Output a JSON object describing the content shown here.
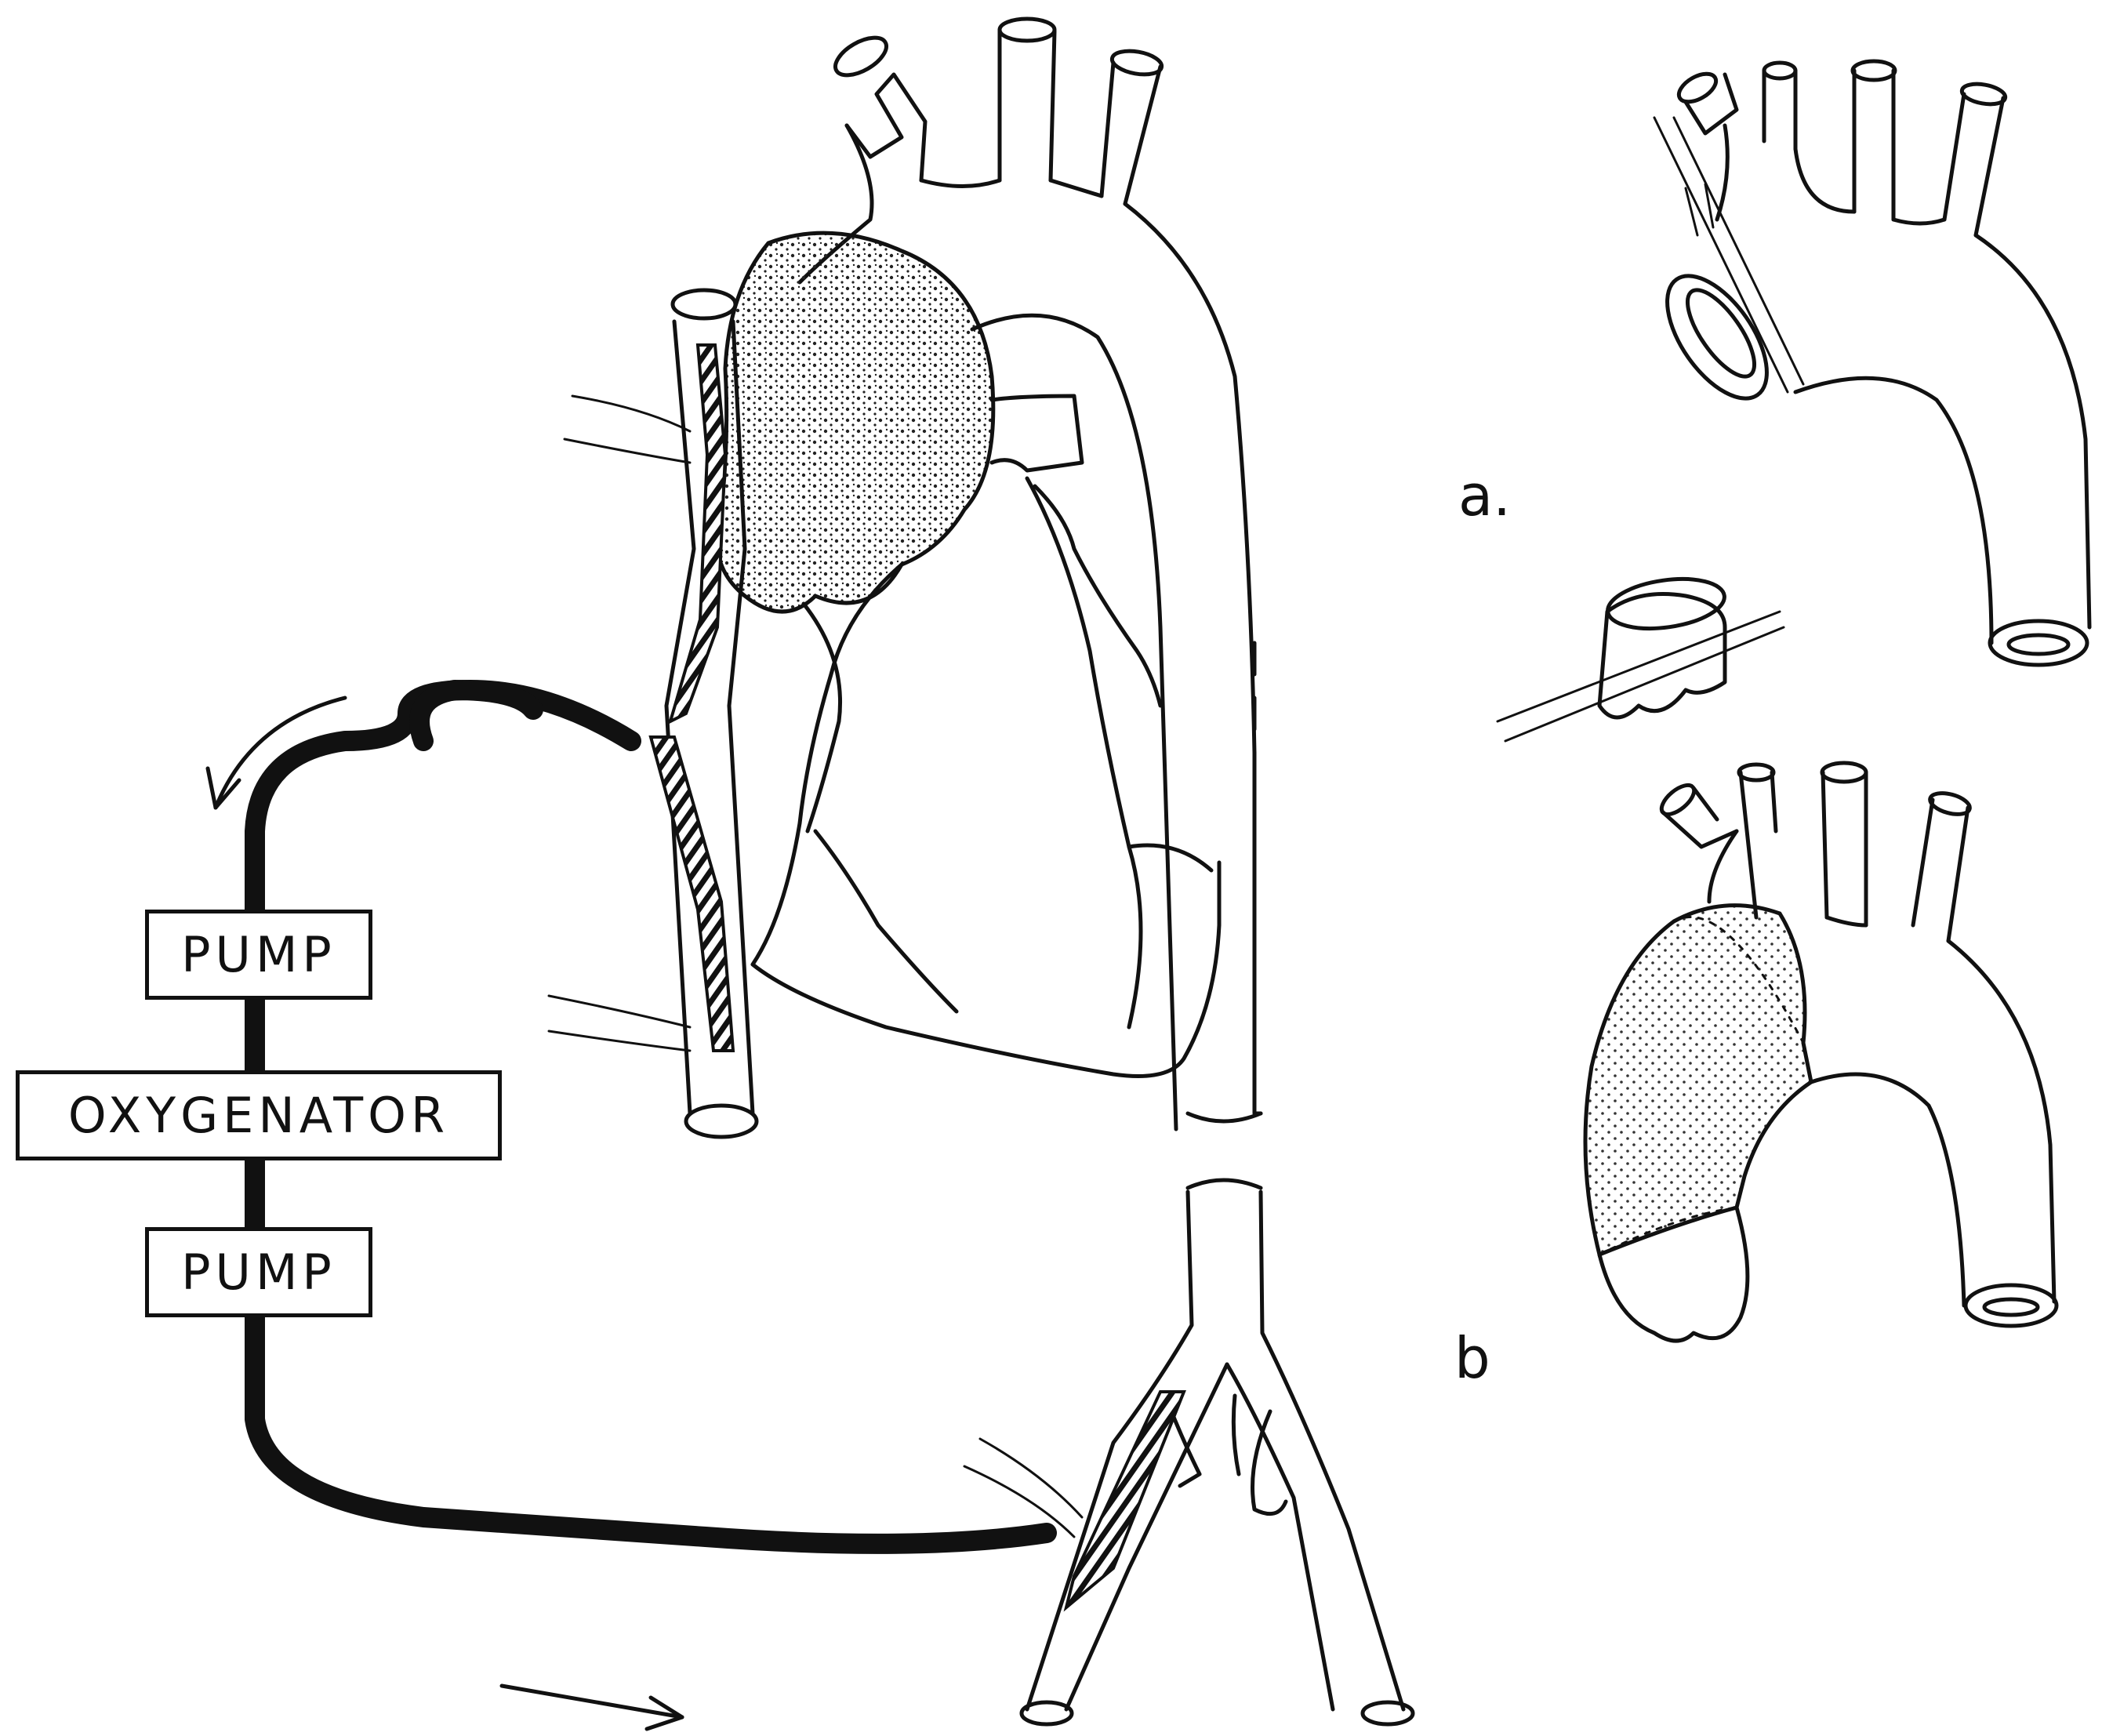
{
  "circuit": {
    "pump_top": "PUMP",
    "oxygenator": "OXYGENATOR",
    "pump_bottom": "PUMP"
  },
  "panels": {
    "a_label": "a.",
    "b_label": "b"
  }
}
